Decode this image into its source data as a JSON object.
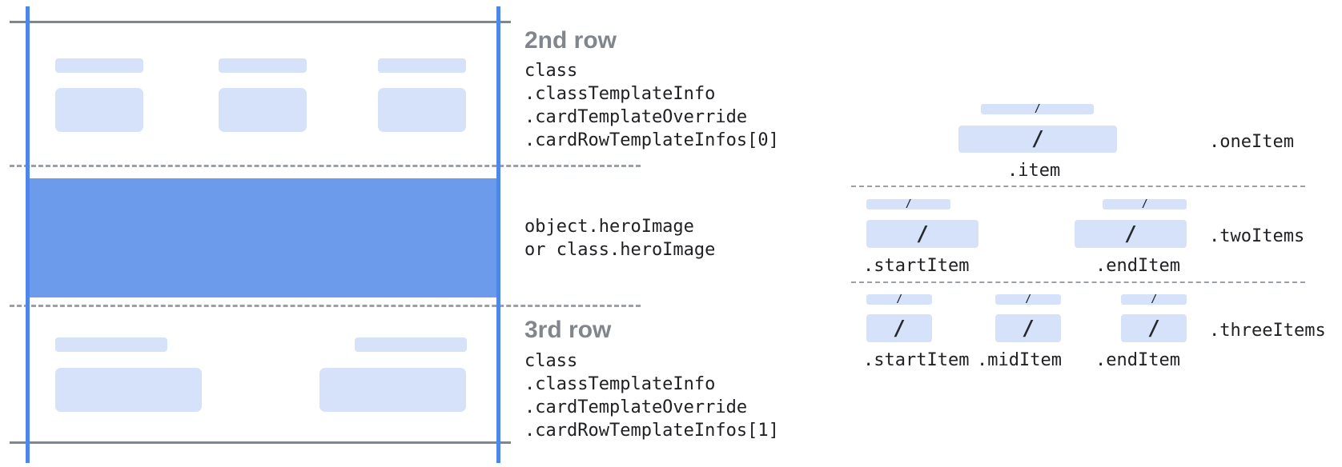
{
  "colors": {
    "line-blue": "#4f86ec",
    "hero-blue": "#6c9beb",
    "chip-blue": "#d6e2fa",
    "gray-line": "#80868b",
    "dash-gray": "#9aa0a6",
    "heading-gray": "#80868b",
    "code-ink": "#202124"
  },
  "left_card": {
    "row2": {
      "heading": "2nd row",
      "code_lines": "class\n.classTemplateInfo\n.cardTemplateOverride\n.cardRowTemplateInfos[0]"
    },
    "hero": {
      "code_lines": "object.heroImage\nor class.heroImage"
    },
    "row3": {
      "heading": "3rd row",
      "code_lines": "class\n.classTemplateInfo\n.cardTemplateOverride\n.cardRowTemplateInfos[1]"
    }
  },
  "items_panel": {
    "slash": "/",
    "one": {
      "group_label": ".oneItem",
      "item_label": ".item"
    },
    "two": {
      "group_label": ".twoItems",
      "start_label": ".startItem",
      "end_label": ".endItem"
    },
    "three": {
      "group_label": ".threeItems",
      "start_label": ".startItem",
      "mid_label": ".midItem",
      "end_label": ".endItem"
    }
  }
}
